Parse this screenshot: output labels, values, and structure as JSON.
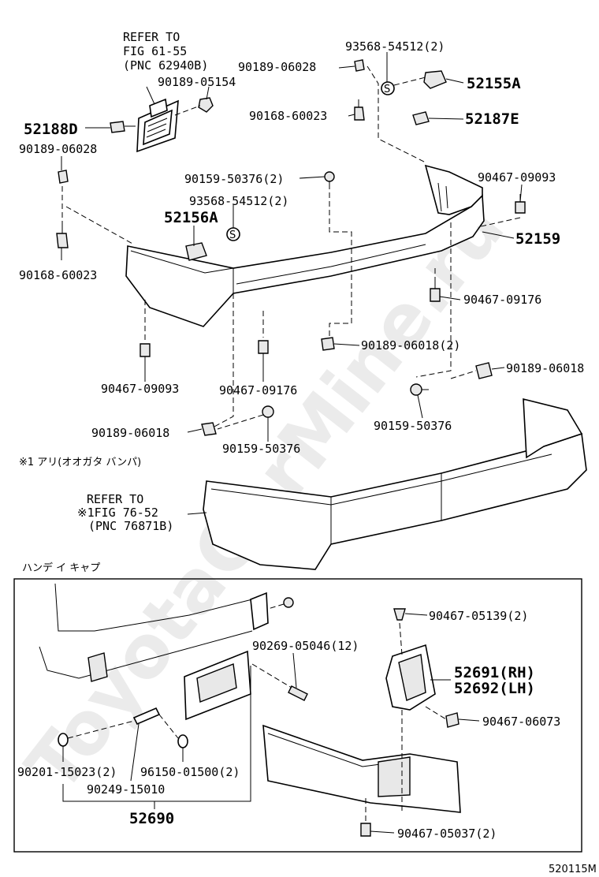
{
  "refer_top": {
    "line1": "REFER TO",
    "line2": "FIG 61-55",
    "line3": "(PNC 62940B)"
  },
  "refer_mid": {
    "line1": "REFER TO",
    "line2": "※1FIG 76-52",
    "line3": "(PNC 76871B)"
  },
  "note_ari": "※1 アリ(オオガタ バンパ)",
  "section_label": "ハンデ イ キャプ",
  "image_code": "520115M",
  "watermark": "ToyotaCarMine.ru",
  "parts": {
    "p93568_top": "93568-54512(2)",
    "p90189_06028_top": "90189-06028",
    "p52155A": "52155A",
    "p90168_60023_top": "90168-60023",
    "p52187E": "52187E",
    "p90189_05154": "90189-05154",
    "p52188D": "52188D",
    "p90189_06028_left": "90189-06028",
    "p90159_50376_2": "90159-50376(2)",
    "p90467_09093_right": "90467-09093",
    "p93568_mid": "93568-54512(2)",
    "p52156A": "52156A",
    "p52159": "52159",
    "p90168_60023_left": "90168-60023",
    "p90467_09176_right": "90467-09176",
    "p90189_06018_2": "90189-06018(2)",
    "p90467_09093_left": "90467-09093",
    "p90467_09176_left": "90467-09176",
    "p90189_06018_right": "90189-06018",
    "p90159_50376_right": "90159-50376",
    "p90189_06018_left": "90189-06018",
    "p90159_50376_left": "90159-50376",
    "p90467_05139": "90467-05139(2)",
    "p90269_05046": "90269-05046(12)",
    "p52691": "52691(RH)",
    "p52692": "52692(LH)",
    "p90467_06073": "90467-06073",
    "p90201_15023": "90201-15023(2)",
    "p96150_01500": "96150-01500(2)",
    "p90249_15010": "90249-15010",
    "p52690": "52690",
    "p90467_05037": "90467-05037(2)"
  }
}
